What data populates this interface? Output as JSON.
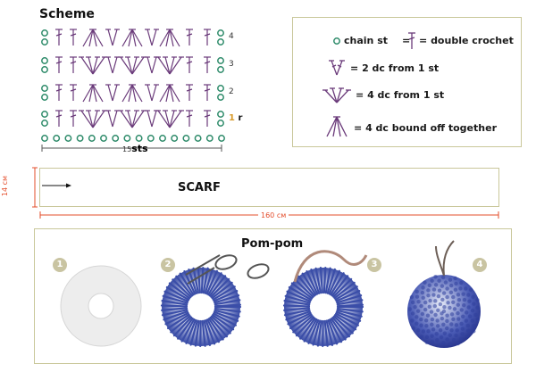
{
  "scheme": {
    "title": "Scheme",
    "row_numbers": [
      "4",
      "3",
      "2"
    ],
    "first_row_label_num": "1",
    "first_row_label_suffix": "r",
    "stitch_count_num": "15",
    "stitch_count_suffix": "sts"
  },
  "legend": {
    "chain_st": "chain st",
    "double_crochet": "double crochet",
    "two_dc": "2 dc from 1 st",
    "four_dc": "4 dc from 1 st",
    "four_dc_bound": "4 dc bound off together",
    "separator": "="
  },
  "scarf": {
    "label": "SCARF",
    "length": "160 см",
    "width": "14 см"
  },
  "pompom": {
    "title": "Pom-pom",
    "steps": [
      "1",
      "2",
      "3",
      "4"
    ]
  },
  "colors": {
    "chain": "#2e8b6a",
    "dc": "#6a3a7a",
    "frame": "#c9c79a",
    "measure": "#e34c2a",
    "yarn": "#3b4ea8"
  }
}
